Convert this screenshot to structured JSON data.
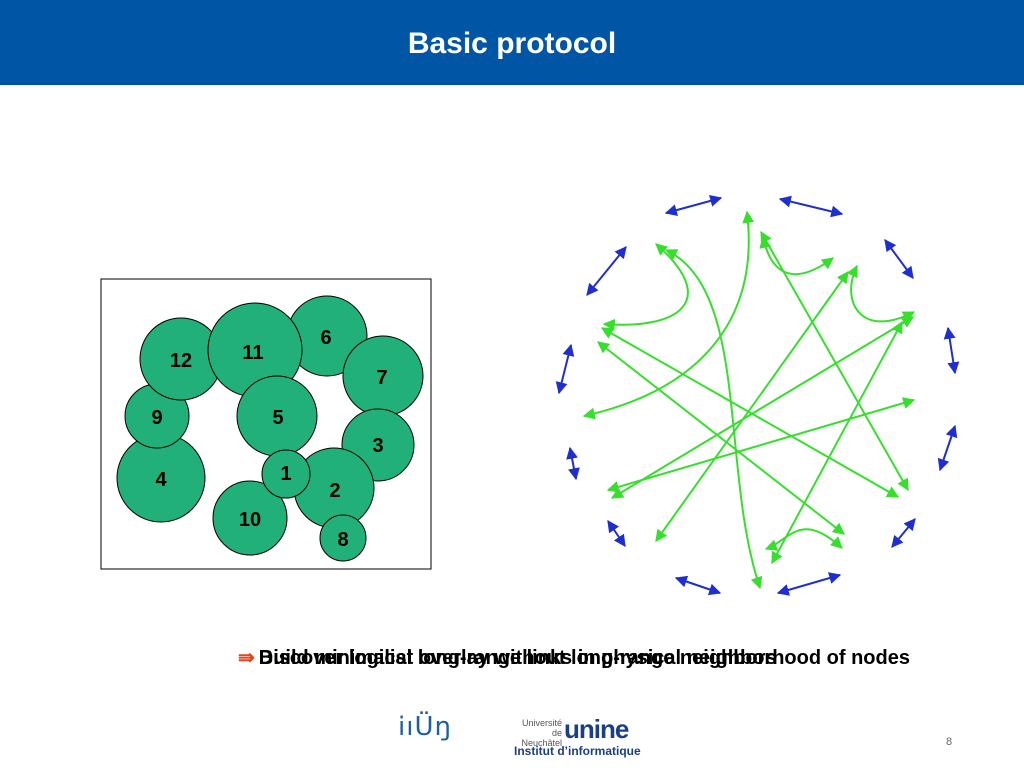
{
  "slide": {
    "title": "Basic protocol",
    "page_number": "8"
  },
  "diagram": {
    "nodes": [
      "12",
      "11",
      "6",
      "7",
      "9",
      "5",
      "3",
      "4",
      "1",
      "2",
      "10",
      "8"
    ],
    "colors": {
      "node_fill": "#22b07a",
      "short_links": "#1f2fcf",
      "long_links": "#35e02c",
      "header": "#0055a4"
    }
  },
  "bullets": {
    "marker": "⇛",
    "text_a": "Discover logical long-range links in physical neighborhood of nodes",
    "text_b": "Build minimalist overlay without long-range neighbors"
  },
  "footer": {
    "logo_left": "iıÜŋ",
    "logo_right_small": "Université de Neuchâtel",
    "logo_right_big": "unine",
    "logo_right_sub": "Institut d’informatique"
  }
}
